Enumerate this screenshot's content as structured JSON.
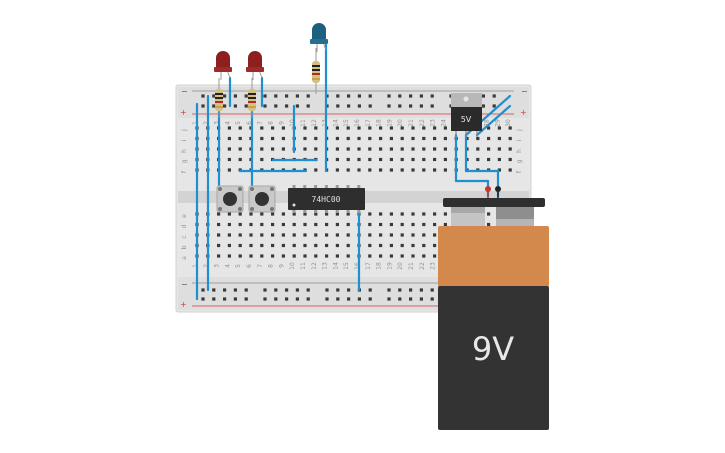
{
  "breadboard": {
    "columns": [
      "1",
      "2",
      "3",
      "4",
      "5",
      "6",
      "7",
      "8",
      "9",
      "10",
      "11",
      "12",
      "13",
      "14",
      "15",
      "16",
      "17",
      "18",
      "19",
      "20",
      "21",
      "22",
      "23",
      "24",
      "25",
      "26",
      "27",
      "28",
      "29",
      "30"
    ],
    "rows_top": [
      "j",
      "i",
      "h",
      "g",
      "f"
    ],
    "rows_bottom": [
      "e",
      "d",
      "c",
      "b",
      "a"
    ],
    "rail_minus": "−",
    "rail_plus": "+"
  },
  "chip": {
    "label": "74HC00"
  },
  "regulator": {
    "label": "5V"
  },
  "battery": {
    "label": "9V"
  },
  "colors": {
    "wire": "#1e8fcf",
    "board": "#e7e7e7",
    "rail_red": "#d23b3b",
    "led_red": "#8e1f1f",
    "led_blue": "#1d5f7f",
    "battery_top": "#d2894b",
    "battery_body": "#333333"
  },
  "components": {
    "leds": [
      {
        "name": "led-red-1",
        "color": "red"
      },
      {
        "name": "led-red-2",
        "color": "red"
      },
      {
        "name": "led-blue",
        "color": "blue"
      }
    ],
    "buttons": [
      "pushbutton-1",
      "pushbutton-2"
    ]
  }
}
